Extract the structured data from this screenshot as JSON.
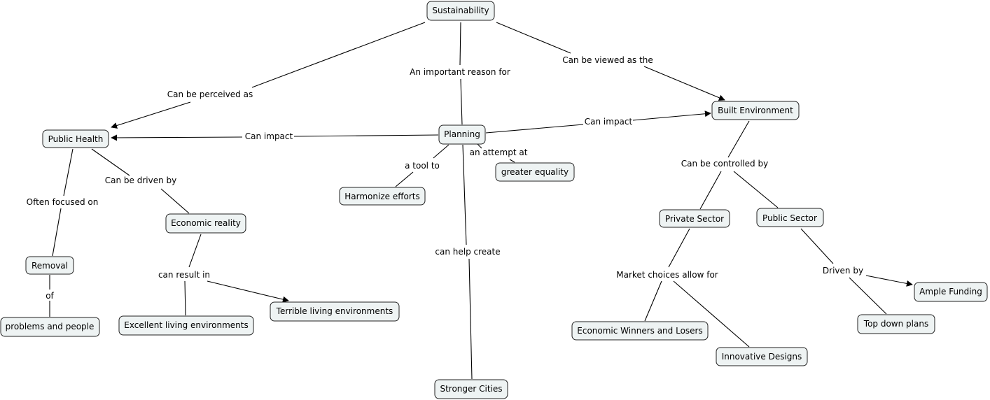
{
  "concept_map": {
    "nodes": {
      "sustainability": "Sustainability",
      "public_health": "Public Health",
      "planning": "Planning",
      "built_environment": "Built Environment",
      "greater_equality": "greater equality",
      "harmonize_efforts": "Harmonize efforts",
      "economic_reality": "Economic reality",
      "removal": "Removal",
      "problems_and_people": "problems and people",
      "excellent_living": "Excellent living environments",
      "terrible_living": "Terrible living environments",
      "stronger_cities": "Stronger Cities",
      "private_sector": "Private Sector",
      "public_sector": "Public Sector",
      "economic_winners": "Economic Winners and Losers",
      "innovative_designs": "Innovative Designs",
      "ample_funding": "Ample Funding",
      "top_down_plans": "Top down plans"
    },
    "links": {
      "can_be_perceived_as": "Can be perceived as",
      "important_reason_for": "An important reason for",
      "can_be_viewed_as_the": "Can be viewed as the",
      "can_impact_left": "Can impact",
      "can_impact_right": "Can impact",
      "an_attempt_at": "an attempt at",
      "a_tool_to": "a tool to",
      "can_be_driven_by": "Can be driven by",
      "often_focused_on": "Often focused on",
      "of": "of",
      "can_result_in": "can result in",
      "can_help_create": "can help create",
      "can_be_controlled_by": "Can be controlled by",
      "market_choices": "Market choices allow for",
      "driven_by": "Driven by"
    }
  }
}
